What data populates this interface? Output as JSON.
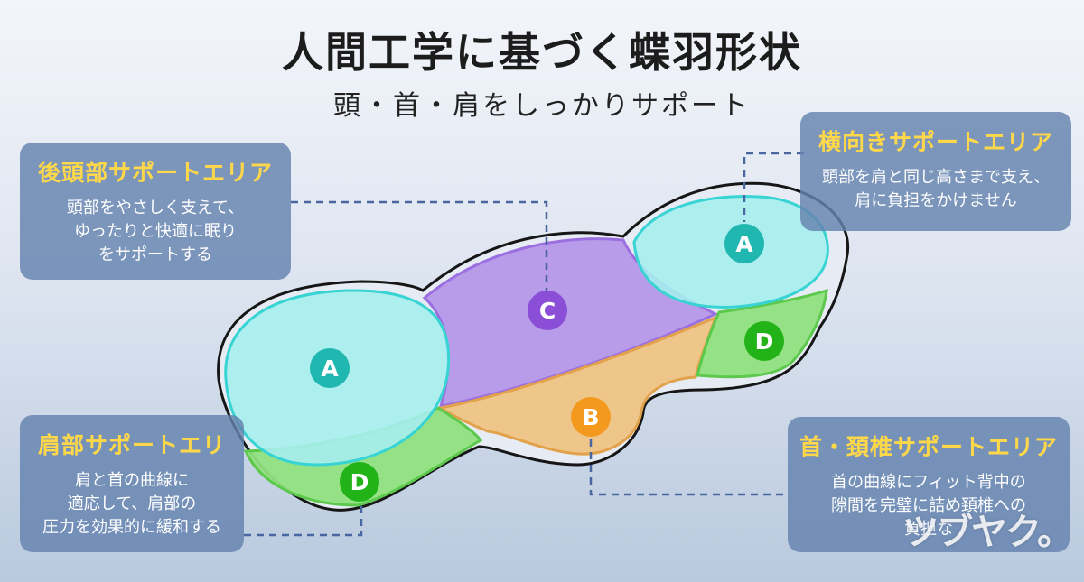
{
  "header": {
    "title": "人間工学に基づく蝶羽形状",
    "subtitle": "頭・首・肩をしっかりサポート"
  },
  "markers": {
    "a": "A",
    "b": "B",
    "c": "C",
    "d": "D"
  },
  "callouts": {
    "back_head": {
      "heading": "後頭部サポートエリア",
      "lines": [
        "頭部をやさしく支えて、",
        "ゆったりと快適に眠り",
        "をサポートする"
      ]
    },
    "side": {
      "heading": "横向きサポートエリア",
      "lines": [
        "頭部を肩と同じ高さまで支え、",
        "肩に負担をかけません"
      ]
    },
    "shoulder": {
      "heading": "肩部サポートエリ",
      "lines": [
        "肩と首の曲線に",
        "適応して、肩部の",
        "圧力を効果的に緩和する"
      ]
    },
    "neck": {
      "heading": "首・頚椎サポートエリア",
      "lines": [
        "首の曲線にフィット背中の",
        "隙間を完璧に詰め頚椎への",
        "負担な"
      ]
    }
  },
  "watermark": "ツブヤク。",
  "colors": {
    "zone_a": "#7de6e6",
    "zone_b": "#f2b76a",
    "zone_c": "#b08be6",
    "zone_d": "#8ee07e",
    "marker_a": "#1fb7b0",
    "marker_b": "#f39a1e",
    "marker_c": "#8a4fd6",
    "marker_d": "#22b318",
    "callout_heading": "#ffd84a"
  }
}
